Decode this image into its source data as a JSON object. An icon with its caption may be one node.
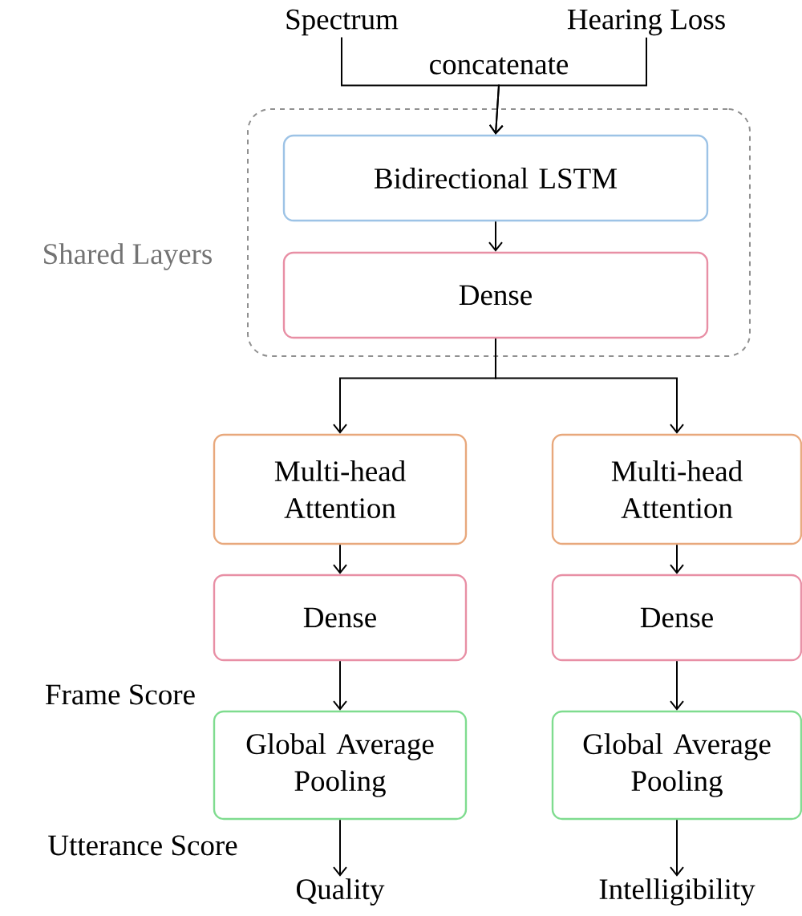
{
  "diagram": {
    "nodes": [
      {
        "text": [
          "Spectrum"
        ]
      },
      {
        "text": [
          "Hearing Loss"
        ]
      },
      {
        "text": [
          "Shared Layers"
        ]
      },
      {
        "text": [
          "Bidirectional LSTM"
        ],
        "in": 2
      },
      {
        "text": [
          "Dense"
        ],
        "in": 2
      },
      {
        "text": [
          "Multi-head Attention"
        ]
      },
      {
        "text": [
          "Dense"
        ]
      },
      {
        "text": [
          "Global Average Pooling"
        ]
      },
      {
        "text": [
          "Quality"
        ]
      },
      {
        "text": [
          "Multi-head Attention"
        ]
      },
      {
        "text": [
          "Dense"
        ]
      },
      {
        "text": [
          "Global Average Pooling"
        ]
      },
      {
        "text": [
          "Intelligibility"
        ]
      }
    ],
    "edges": [
      {
        "from": 0,
        "to": 3,
        "arrow": "to",
        "label": "concatenate"
      },
      {
        "from": 1,
        "to": 3,
        "arrow": "to"
      },
      {
        "from": 3,
        "to": 4,
        "arrow": "to"
      },
      {
        "from": 4,
        "to": 5,
        "arrow": "to"
      },
      {
        "from": 4,
        "to": 9,
        "arrow": "to"
      },
      {
        "from": 5,
        "to": 6,
        "arrow": "to"
      },
      {
        "from": 6,
        "to": 7,
        "arrow": "to"
      },
      {
        "from": 7,
        "to": 8,
        "arrow": "to"
      },
      {
        "from": 9,
        "to": 10,
        "arrow": "to"
      },
      {
        "from": 10,
        "to": 11,
        "arrow": "to"
      },
      {
        "from": 11,
        "to": 12,
        "arrow": "to"
      }
    ],
    "labels": [
      "Frame Score",
      "Utterance Score"
    ]
  }
}
